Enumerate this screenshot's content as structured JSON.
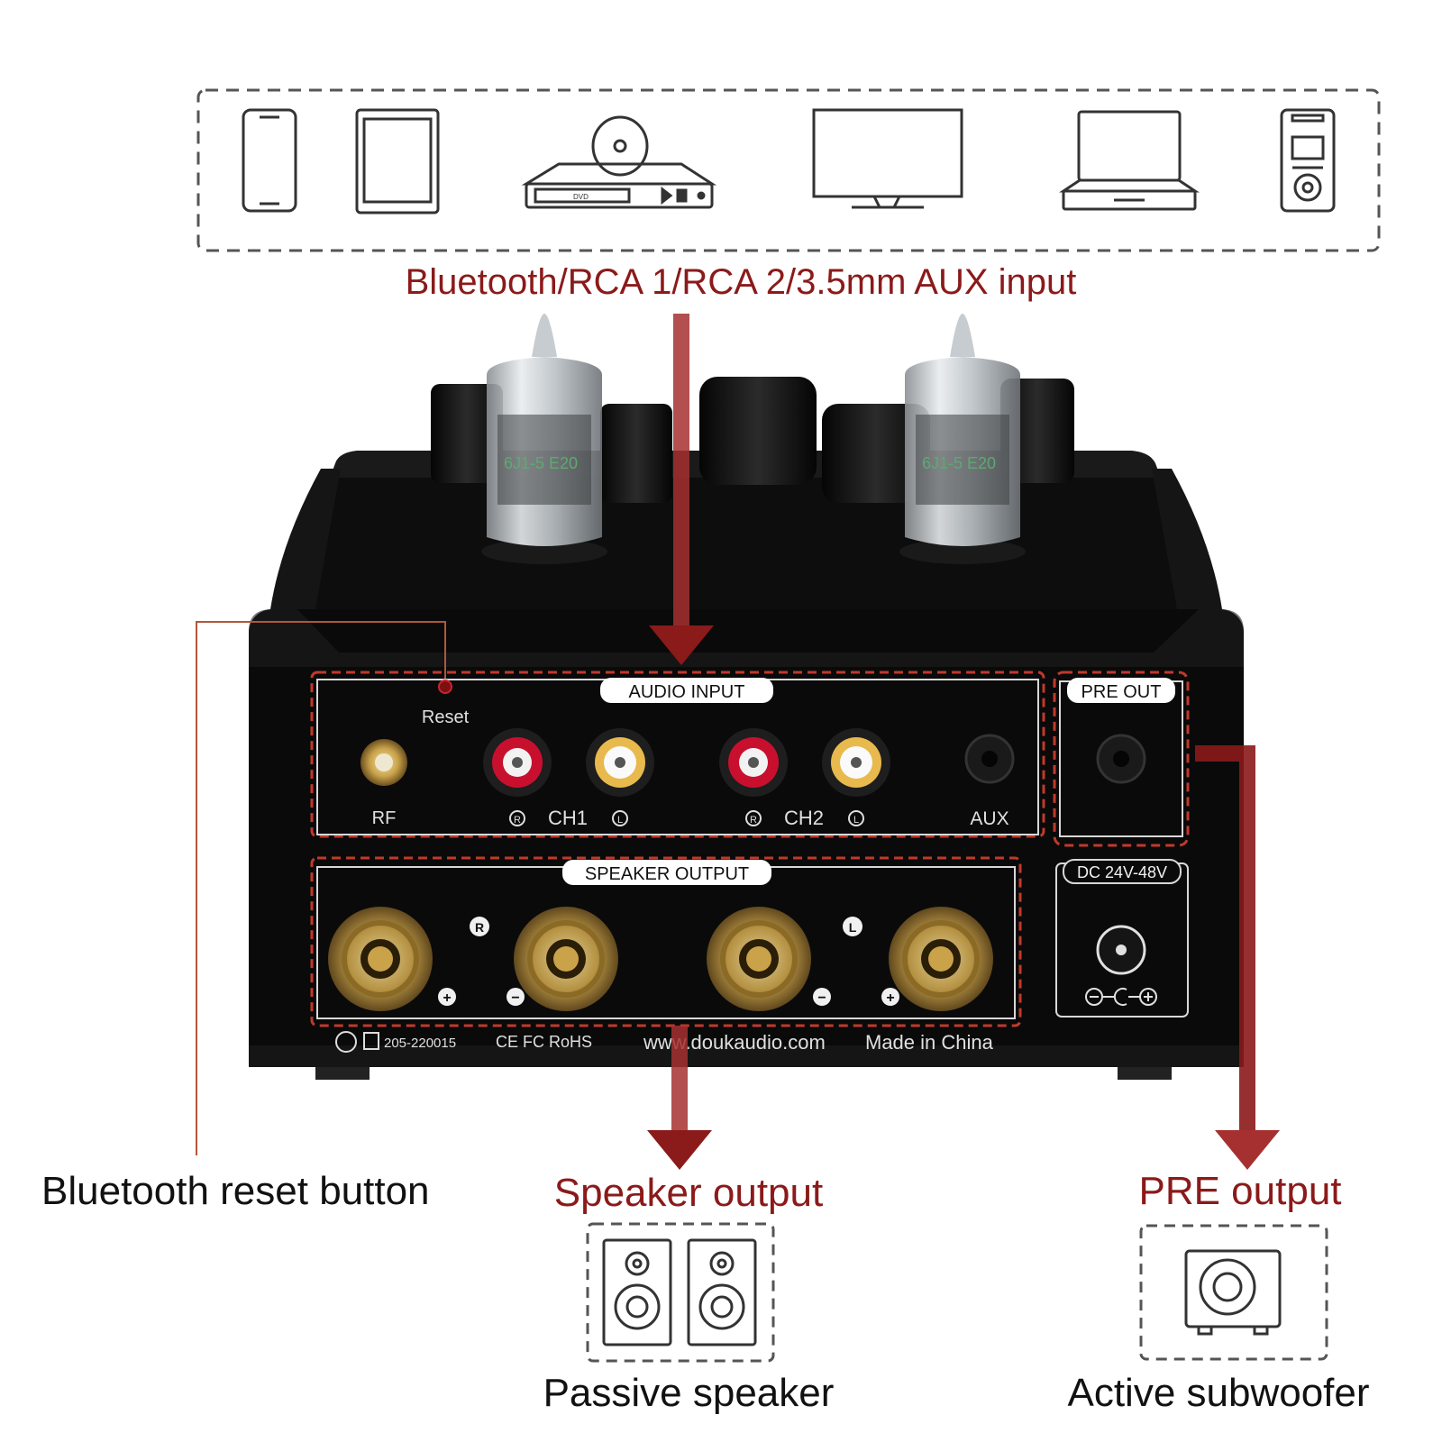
{
  "top_label": "Bluetooth/RCA 1/RCA 2/3.5mm AUX input",
  "sources": {
    "icons": [
      "smartphone-icon",
      "tablet-icon",
      "dvd-player-icon",
      "monitor-icon",
      "laptop-icon",
      "media-player-icon"
    ],
    "dvd_text": "DVD"
  },
  "panel": {
    "reset_label": "Reset",
    "audio_input_label": "AUDIO INPUT",
    "pre_out_label": "PRE OUT",
    "rf_label": "RF",
    "r_mark": "R",
    "l_mark": "L",
    "ch1_label": "CH1",
    "ch2_label": "CH2",
    "aux_label": "AUX",
    "speaker_output_label": "SPEAKER OUTPUT",
    "dc_label": "DC 24V-48V",
    "plus": "+",
    "minus": "−",
    "cert_code": "205-220015",
    "cert_marks": "CE FC RoHS",
    "website": "www.doukaudio.com",
    "origin": "Made in China"
  },
  "callouts": {
    "reset": "Bluetooth reset button",
    "speaker": "Speaker output",
    "passive": "Passive speaker",
    "pre": "PRE output",
    "sub": "Active subwoofer"
  },
  "colors": {
    "accent": "#8b1a1a",
    "arrow": "#a63030",
    "panel": "#0b0b0b",
    "gold": "#c9a24a"
  }
}
